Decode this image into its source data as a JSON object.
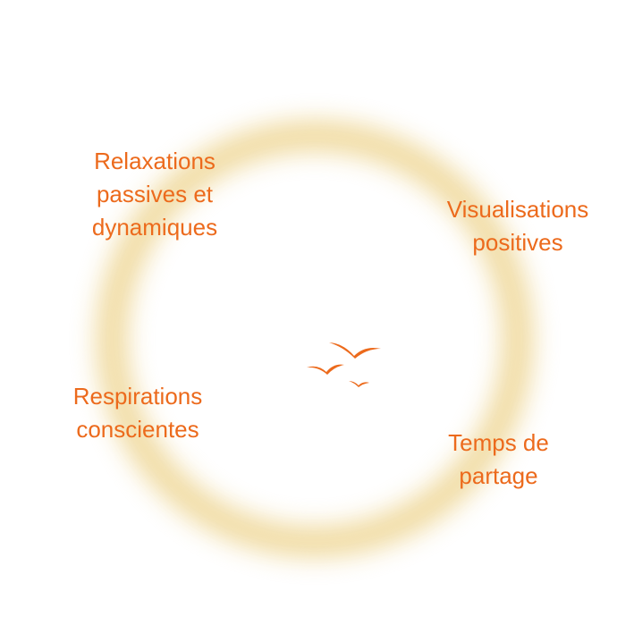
{
  "diagram": {
    "items": [
      {
        "label": "Relaxations\npassives et\ndynamiques"
      },
      {
        "label": "Visualisations\npositives"
      },
      {
        "label": "Respirations\nconscientes"
      },
      {
        "label": "Temps de\npartage"
      }
    ],
    "center_icon": "birds-icon",
    "colors": {
      "text": "#ec6a1c",
      "ring": "#efd89a",
      "icon": "#ec6a1c",
      "background": "#ffffff"
    }
  }
}
